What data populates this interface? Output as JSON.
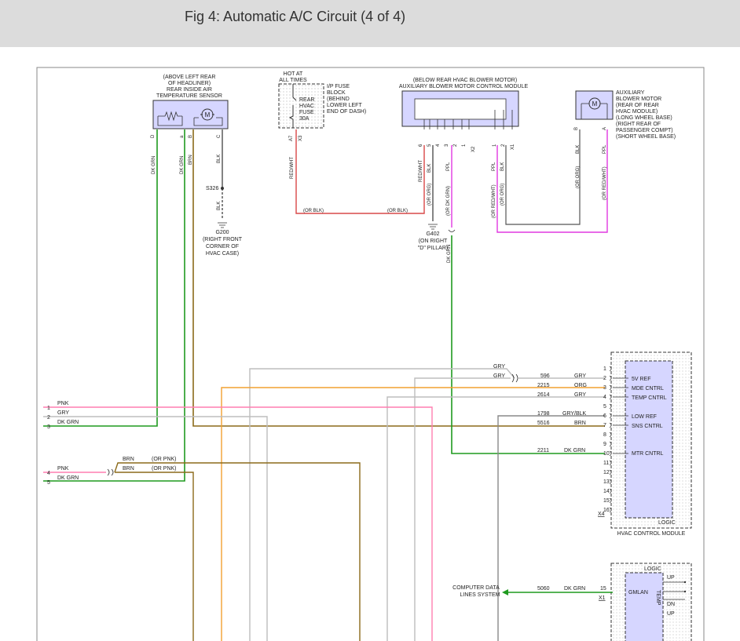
{
  "page": {
    "title": "Fig 4: Automatic A/C Circuit (4 of 4)"
  },
  "colors": {
    "dk_grn": "#1f9a1f",
    "brn": "#8b6a1a",
    "gry": "#bdbdbd",
    "pnk": "#ff7fb0",
    "org": "#f2a030",
    "red": "#d84848",
    "ppl": "#e038e0",
    "blk": "#333333",
    "module_fill": "#d6d6ff",
    "title_bar": "#dcdcdc"
  },
  "sensor": {
    "header": [
      "(ABOVE LEFT REAR",
      "OF HEADLINER)",
      "REAR INSIDE AIR",
      "TEMPERATURE SENSOR"
    ],
    "pins": [
      "D",
      "a",
      "B",
      "C"
    ],
    "wire_colors": [
      "DK GRN",
      "DK GRN",
      "BRN",
      "BLK"
    ]
  },
  "splice_s326": {
    "label": "S326",
    "wire": "BLK"
  },
  "ground_g200": {
    "label": "G200",
    "desc": [
      "(RIGHT FRONT",
      "CORNER OF",
      "HVAC CASE)"
    ]
  },
  "fuse_block": {
    "hot_label": [
      "HOT AT",
      "ALL TIMES"
    ],
    "desc": [
      "I/P FUSE",
      "BLOCK",
      "(BEHIND",
      "LOWER LEFT",
      "END OF DASH)"
    ],
    "fuse": [
      "REAR",
      "HVAC",
      "FUSE",
      "30A"
    ],
    "pins": [
      "A7",
      "X3"
    ],
    "wire": "RED/WHT",
    "alt": "(OR BLK)"
  },
  "blower_module": {
    "header": [
      "(BELOW REAR HVAC BLOWER MOTOR)",
      "AUXILIARY BLOWER MOTOR CONTROL MODULE"
    ],
    "pins": [
      "6",
      "5",
      "4",
      "3",
      "2",
      "1",
      "X2",
      "1",
      "2",
      "X1"
    ],
    "wires": [
      "RED/WHT",
      "BLK",
      "PPL",
      "PPL",
      "BLK"
    ],
    "alts": [
      "(OR ORG)",
      "(OR DK GRN)",
      "(OR RED/WHT)",
      "(OR ORG)"
    ],
    "alt_blk": "(OR BLK)"
  },
  "ground_g402": {
    "label": "G402",
    "desc": [
      "(ON RIGHT",
      "\"D\" PILLAR)"
    ]
  },
  "aux_motor": {
    "desc": [
      "AUXILIARY",
      "BLOWER MOTOR",
      "(REAR OF REAR",
      "HVAC MODULE)",
      "(LONG WHEEL BASE)",
      "(RIGHT REAR OF",
      "PASSENGER COMPT)",
      "(SHORT WHEEL BASE)"
    ],
    "pins": [
      "B",
      "A"
    ],
    "wires": [
      "BLK",
      "PPL"
    ],
    "alts": [
      "(OR ORG)",
      "(OR RED/WHT)"
    ]
  },
  "vertical_wire": {
    "label": "DK GRN"
  },
  "hvac_module": {
    "name": "HVAC CONTROL MODULE",
    "logic_label": "LOGIC",
    "pins": [
      "1",
      "2",
      "3",
      "4",
      "5",
      "6",
      "7",
      "8",
      "9",
      "10",
      "11",
      "12",
      "13",
      "14",
      "15",
      "16"
    ],
    "connector": "X4",
    "signals": [
      "5V REF",
      "MDE CNTRL",
      "TEMP CNTRL",
      "LOW REF",
      "SNS CNTRL",
      "MTR CNTRL"
    ],
    "circuits": [
      {
        "num": "596",
        "color": "GRY",
        "pin": "2"
      },
      {
        "num": "2215",
        "color": "ORG",
        "pin": "3"
      },
      {
        "num": "2614",
        "color": "GRY",
        "pin": "4"
      },
      {
        "num": "1798",
        "color": "GRY/BLK",
        "pin": "6"
      },
      {
        "num": "5516",
        "color": "BRN",
        "pin": "7"
      },
      {
        "num": "2211",
        "color": "DK GRN",
        "pin": "10"
      }
    ],
    "gry_branch": [
      "GRY",
      "GRY"
    ]
  },
  "left_connector_a": {
    "pins": [
      "1",
      "2",
      "3"
    ],
    "colors": [
      "PNK",
      "GRY",
      "DK GRN"
    ]
  },
  "left_connector_b": {
    "pins": [
      "4",
      "5"
    ],
    "colors": [
      "PNK",
      "DK GRN"
    ],
    "branch_colors": [
      "BRN",
      "BRN"
    ],
    "branch_alts": [
      "(OR PNK)",
      "(OR PNK)"
    ]
  },
  "bottom_module": {
    "logic_label": "LOGIC",
    "pin": "15",
    "connector": "X1",
    "signal": "GMLAN",
    "temp_label": "TEMP",
    "buttons": [
      "UP",
      "DN",
      "UP"
    ],
    "circuit": {
      "num": "5060",
      "color": "DK GRN"
    },
    "target": [
      "COMPUTER DATA",
      "LINES SYSTEM"
    ]
  }
}
